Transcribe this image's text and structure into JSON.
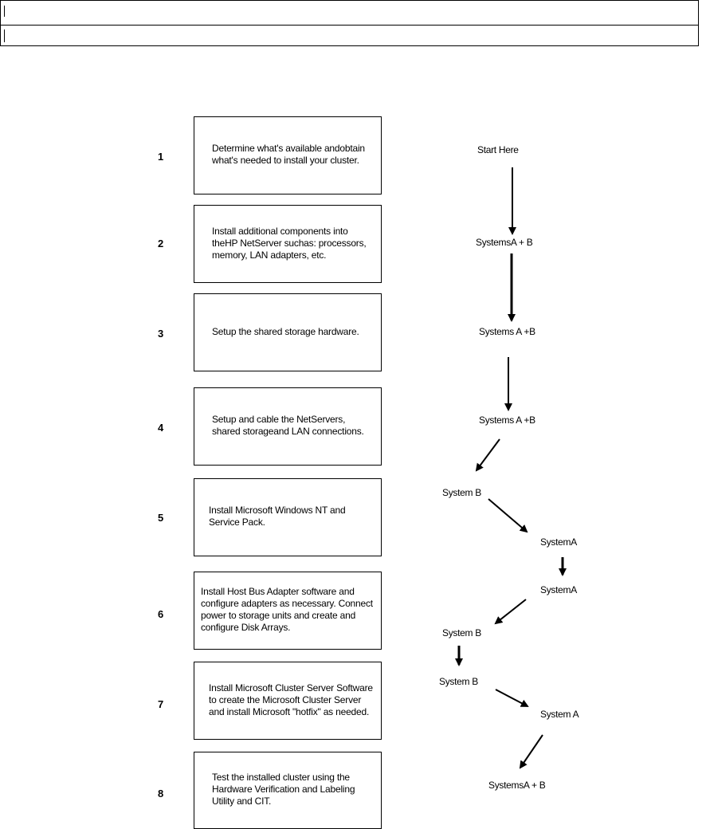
{
  "steps": [
    {
      "number": "1",
      "text": "Determine what's available andobtain what's needed to install your cluster."
    },
    {
      "number": "2",
      "text": "Install additional components into theHP NetServer suchas: processors, memory, LAN adapters, etc."
    },
    {
      "number": "3",
      "text": "Setup the shared storage hardware."
    },
    {
      "number": "4",
      "text": "Setup and cable the NetServers, shared storageand LAN connections."
    },
    {
      "number": "5",
      "text": "Install Microsoft Windows NT and Service Pack."
    },
    {
      "number": "6",
      "text": "Install Host Bus Adapter software and configure adapters as necessary. Connect power to storage units and create and configure Disk Arrays."
    },
    {
      "number": "7",
      "text": "Install Microsoft Cluster Server Software to create the Microsoft Cluster Server and install Microsoft \"hotfix\" as needed."
    },
    {
      "number": "8",
      "text": "Test the installed cluster using the Hardware Verification and Labeling Utility and CIT."
    }
  ],
  "flow": {
    "start": "Start Here",
    "labels": [
      "SystemsA + B",
      "Systems A +B",
      "Systems A +B",
      "System B",
      "SystemA",
      "SystemA",
      "System B",
      "System B",
      "System A",
      "SystemsA + B"
    ]
  }
}
